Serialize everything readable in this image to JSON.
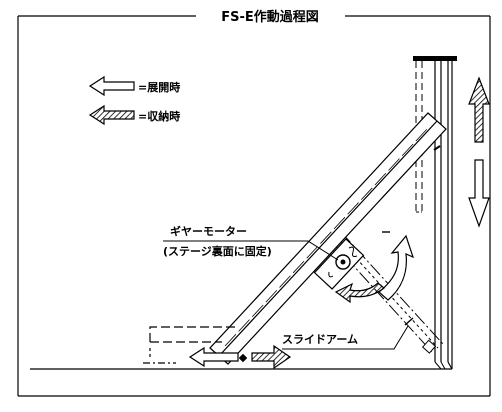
{
  "title": "FS-E作動過程図",
  "legend": {
    "deploy_label": "=展開時",
    "store_label": "=収納時"
  },
  "labels": {
    "gear_motor": "ギヤーモーター",
    "gear_motor_note": "(ステージ裏面に固定)",
    "slide_arm": "スライドアーム"
  },
  "colors": {
    "ink": "#000000",
    "background": "#ffffff"
  }
}
